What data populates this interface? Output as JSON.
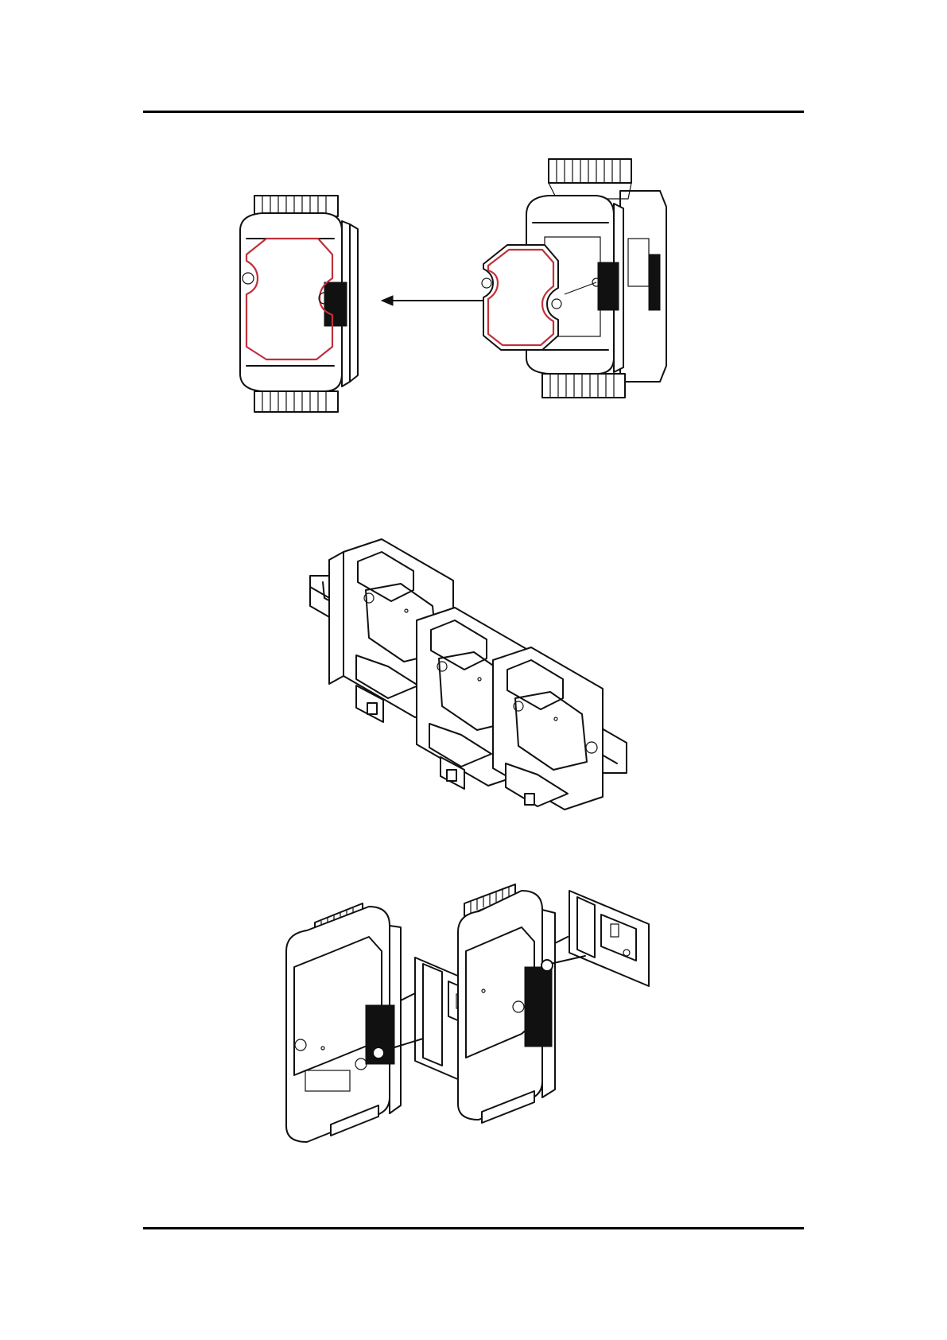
{
  "page": {
    "has_top_rule": true,
    "has_bottom_rule": true
  },
  "figures": [
    {
      "id": "cover-removal",
      "depicts": "module-closed-and-module-with-cover-removed",
      "arrow": "double-headed"
    },
    {
      "id": "din-rail",
      "depicts": "three-modules-mounted-on-din-rail"
    },
    {
      "id": "panel-mount",
      "depicts": "modules-with-panel-mount-brackets-and-screws"
    }
  ],
  "colors": {
    "line": "#111111",
    "cover_outline": "#c0303a",
    "background": "#ffffff"
  }
}
